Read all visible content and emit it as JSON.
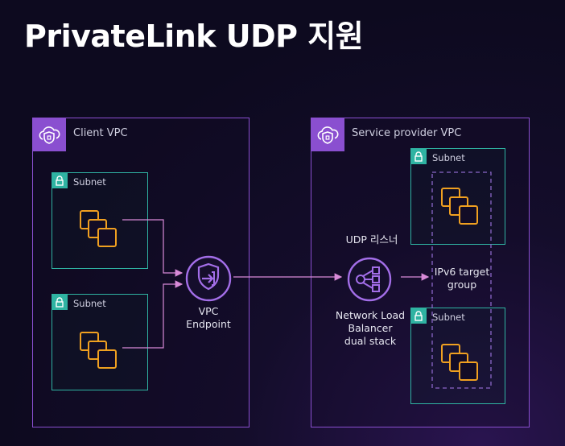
{
  "title": "PrivateLink UDP 지원",
  "client_vpc": {
    "label": "Client VPC",
    "subnets": [
      {
        "label": "Subnet"
      },
      {
        "label": "Subnet"
      }
    ]
  },
  "vpc_endpoint": {
    "line1": "VPC",
    "line2": "Endpoint"
  },
  "service_vpc": {
    "label": "Service provider VPC",
    "subnets": [
      {
        "label": "Subnet"
      },
      {
        "label": "Subnet"
      }
    ]
  },
  "nlb": {
    "listener": "UDP 리스너",
    "line1": "Network Load",
    "line2": "Balancer",
    "line3": "dual stack"
  },
  "target_group": {
    "line1": "IPv6 target",
    "line2": "group"
  },
  "colors": {
    "vpc_border": "#8a4fd0",
    "subnet_border": "#2fb3a2",
    "ec2_orange": "#f0a020",
    "arrow_pink": "#d88ad8",
    "dashed_purple": "#8a66c8"
  },
  "icons": [
    "cloud-shield-icon",
    "lock-icon",
    "ec2-instances-icon",
    "vpc-endpoint-icon",
    "network-load-balancer-icon"
  ]
}
